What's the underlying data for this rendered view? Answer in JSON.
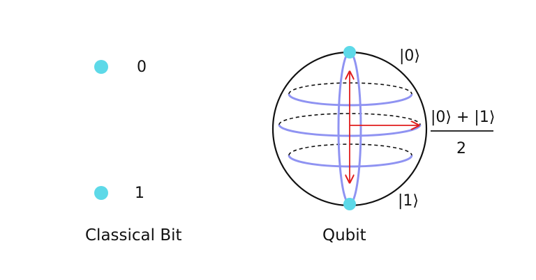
{
  "classical_bit": {
    "label_zero": "0",
    "label_one": "1",
    "caption": "Classical Bit"
  },
  "qubit": {
    "ket_zero": "|0⟩",
    "ket_one": "|1⟩",
    "superposition_numerator": "|0⟩ + |1⟩",
    "superposition_denominator": "2",
    "caption": "Qubit"
  },
  "colors": {
    "state_dot": "#5DD9E8",
    "ring": "#8F93F2",
    "arrow": "#E01C1C",
    "outline": "#111111"
  }
}
